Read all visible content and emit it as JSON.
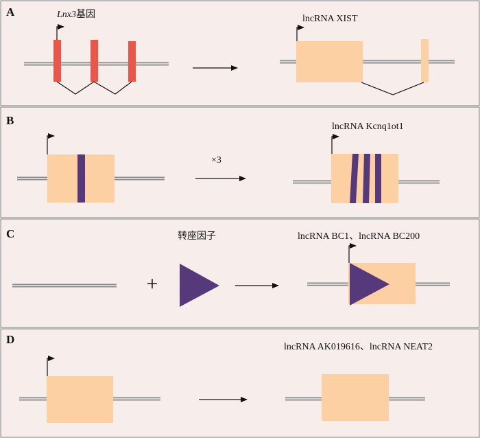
{
  "colors": {
    "panel_bg": "#f7eeec",
    "panel_border": "#7a7a7a",
    "exon_red": "#e9574a",
    "lnc_peach": "#fdd0a4",
    "purple": "#55397a"
  },
  "panels": {
    "a": {
      "letter": "A",
      "gene_italic": "Lnx3",
      "gene_suffix": "基因",
      "product": "lncRNA XIST"
    },
    "b": {
      "letter": "B",
      "multiplier": "×3",
      "product": "lncRNA Kcnq1ot1"
    },
    "c": {
      "letter": "C",
      "plus": "+",
      "factor": "转座因子",
      "product": "lncRNA BC1、lncRNA BC200"
    },
    "d": {
      "letter": "D",
      "product": "lncRNA AK019616、lncRNA NEAT2"
    }
  }
}
